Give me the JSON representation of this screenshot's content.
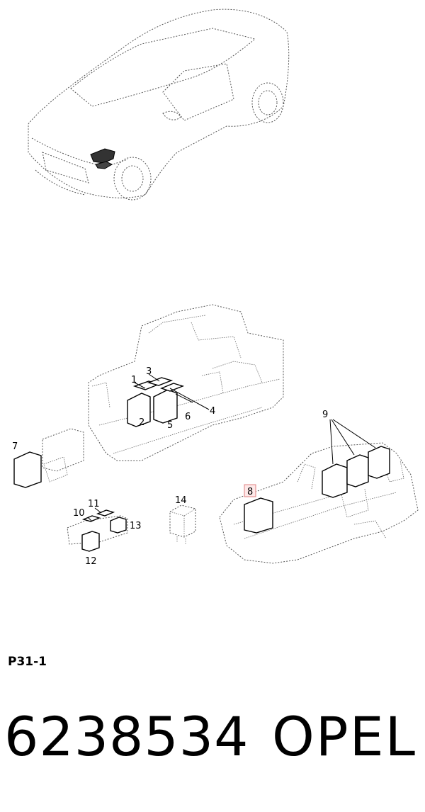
{
  "diagram_code": "P31-1",
  "part_number": "6238534",
  "brand": "OPEL",
  "callouts": [
    "1",
    "2",
    "3",
    "4",
    "5",
    "6",
    "7",
    "8",
    "9",
    "10",
    "11",
    "12",
    "13",
    "14"
  ],
  "highlighted_callout": "8"
}
